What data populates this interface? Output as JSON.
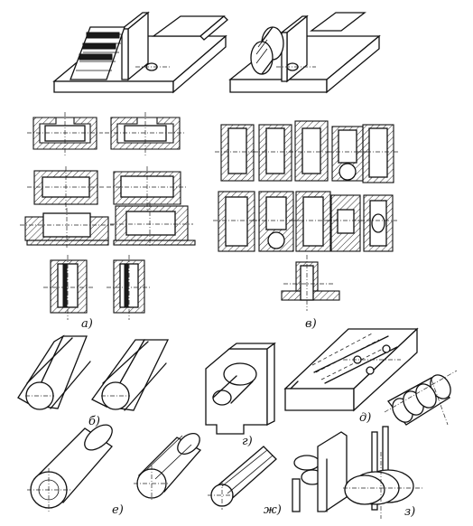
{
  "labels": {
    "a": "а)",
    "b": "б)",
    "v": "в)",
    "g": "г)",
    "d": "д)",
    "e": "е)",
    "zh": "ж)",
    "z": "з)"
  }
}
